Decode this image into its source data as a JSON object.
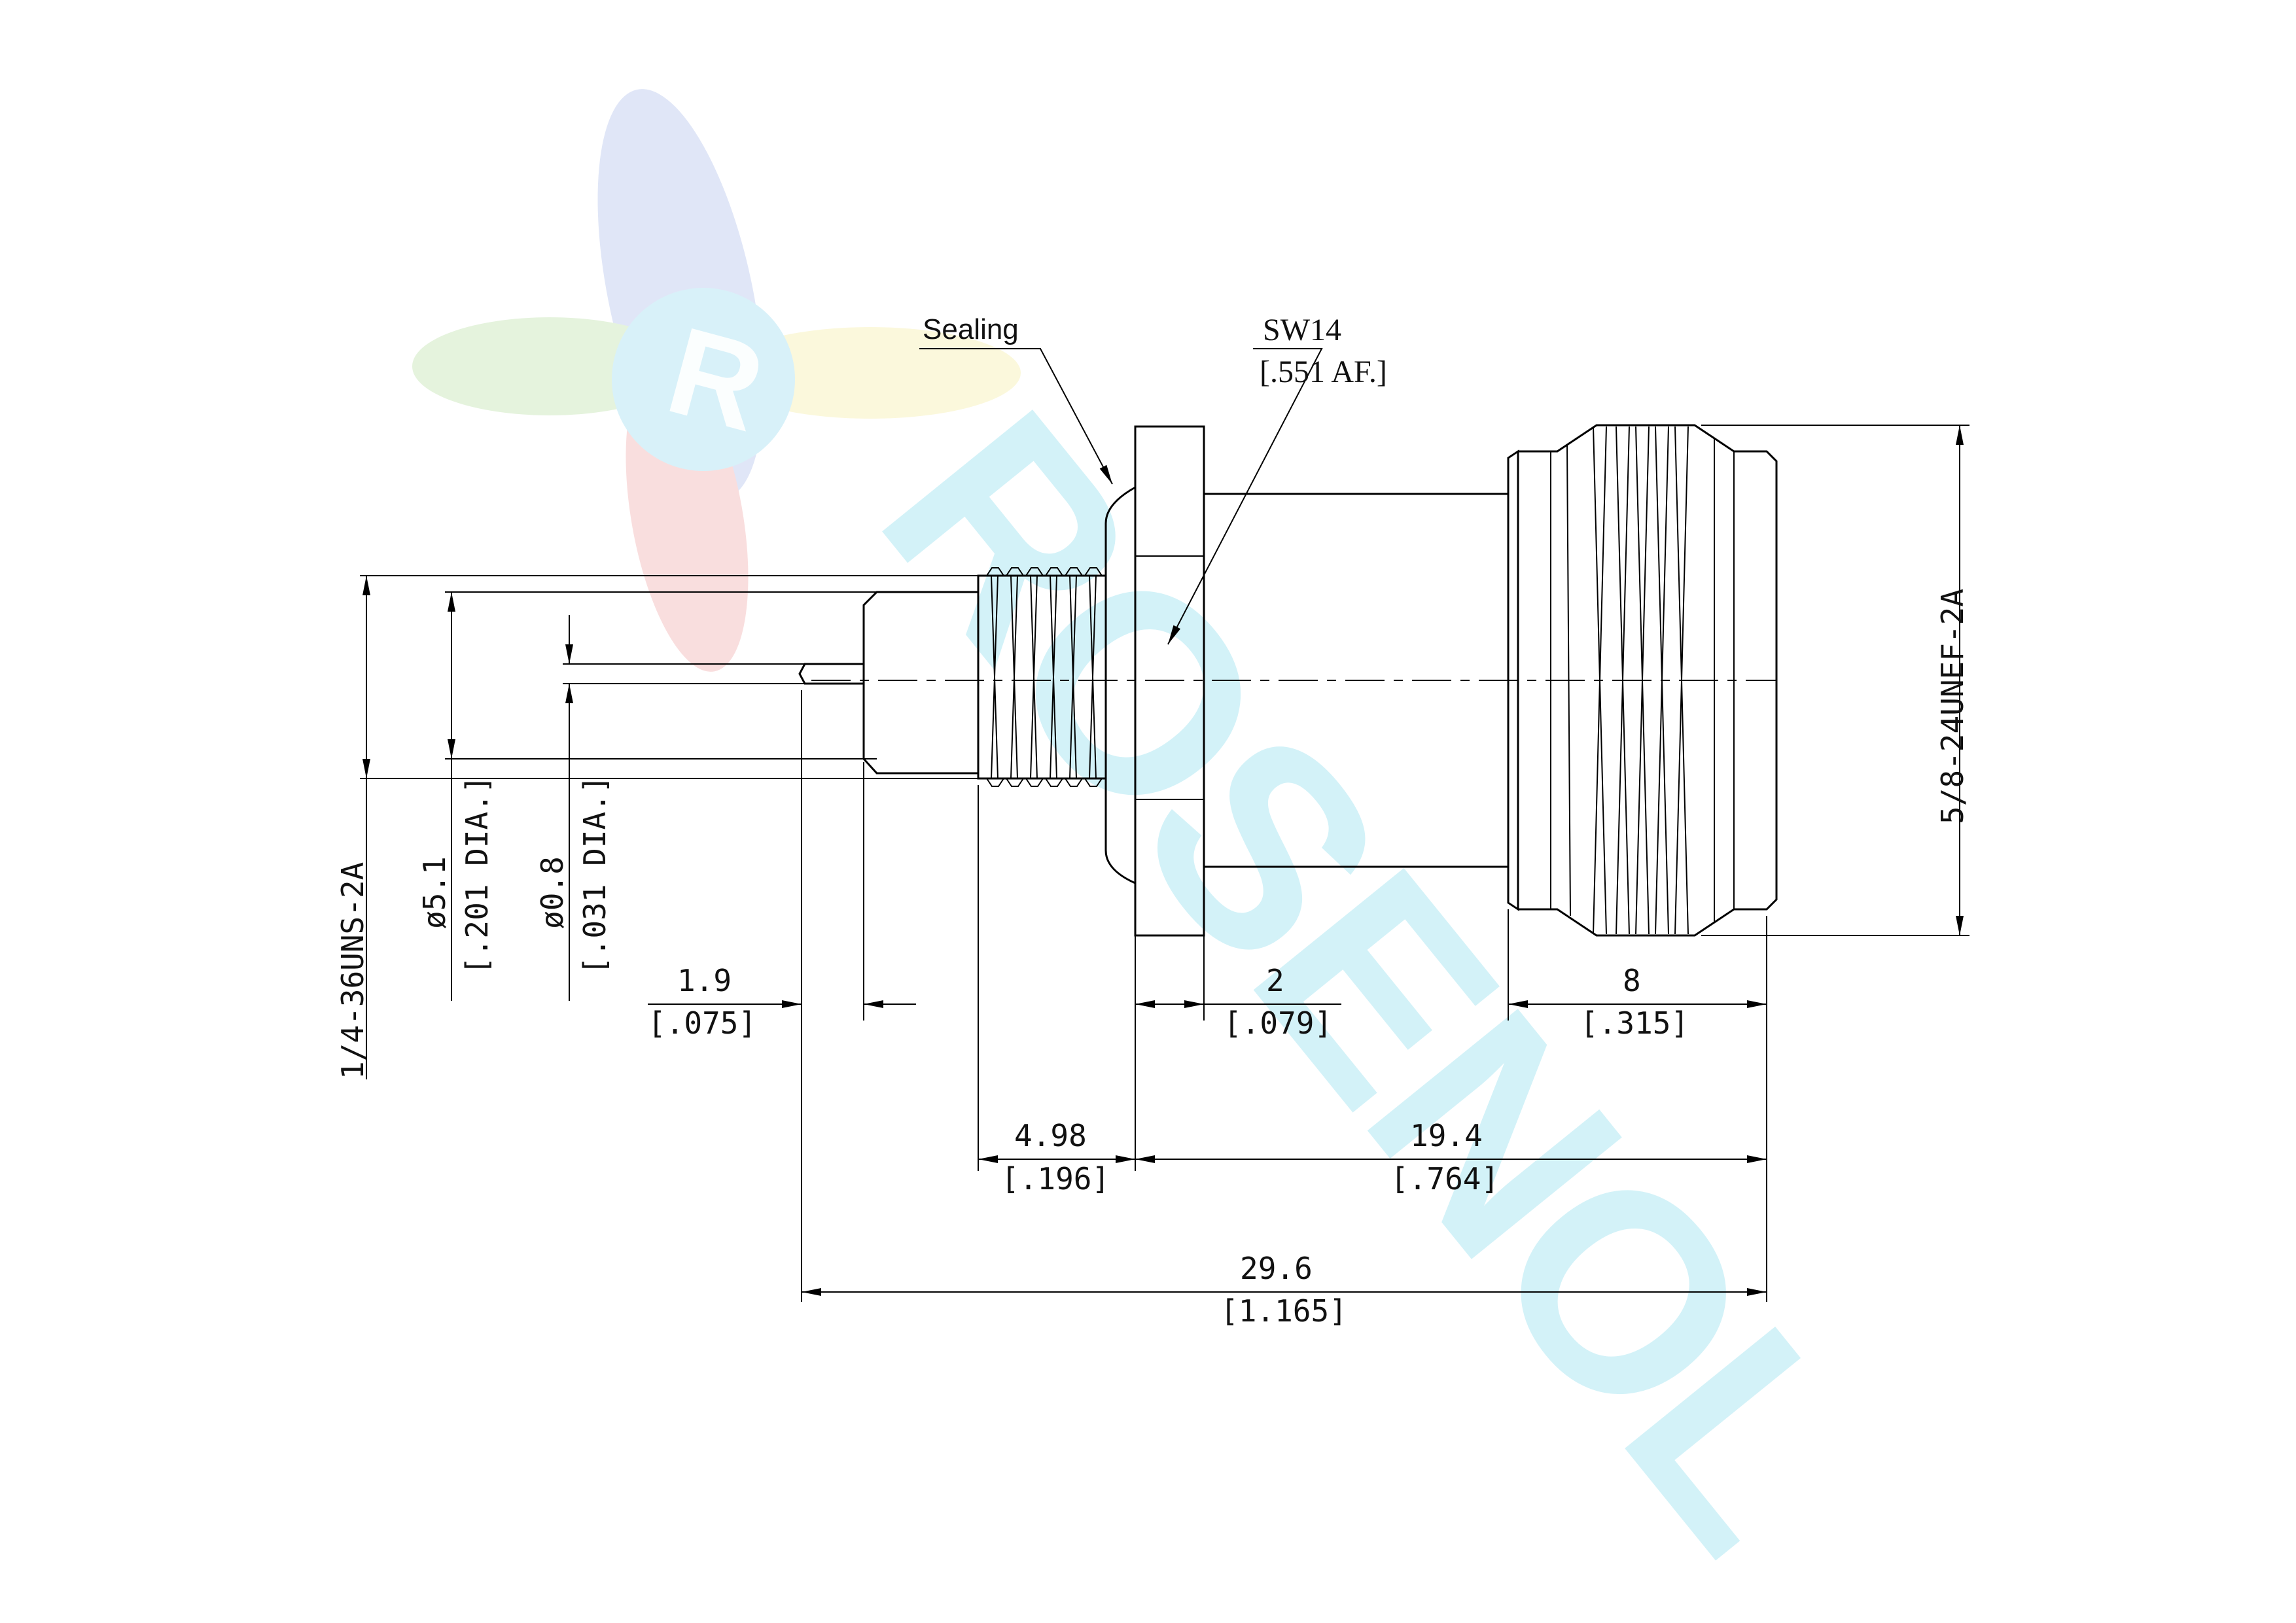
{
  "callouts": {
    "sealing": "Sealing",
    "sw": "SW14",
    "sw_inch": "[.551 AF.]"
  },
  "vertical_dims": {
    "thread_small": "1/4-36UNS-2A",
    "dia_body": "ø5.1",
    "dia_body_inch": "[.201 DIA.]",
    "dia_pin": "ø0.8",
    "dia_pin_inch": "[.031 DIA.]",
    "thread_large": "5/8-24UNEF-2A"
  },
  "horizontal_dims": {
    "d1_9": "1.9",
    "d1_9_inch": "[.075]",
    "d2": "2",
    "d2_inch": "[.079]",
    "d8": "8",
    "d8_inch": "[.315]",
    "d4_98": "4.98",
    "d4_98_inch": "[.196]",
    "d19_4": "19.4",
    "d19_4_inch": "[.764]",
    "d29_6": "29.6",
    "d29_6_inch": "[1.165]"
  },
  "watermark": {
    "logo_letter": "R",
    "text": "ROSENOL",
    "colors": [
      "#9fb7e6",
      "#f3b1b1",
      "#b9e3a8",
      "#f6efa6",
      "#a9e4f3"
    ]
  }
}
